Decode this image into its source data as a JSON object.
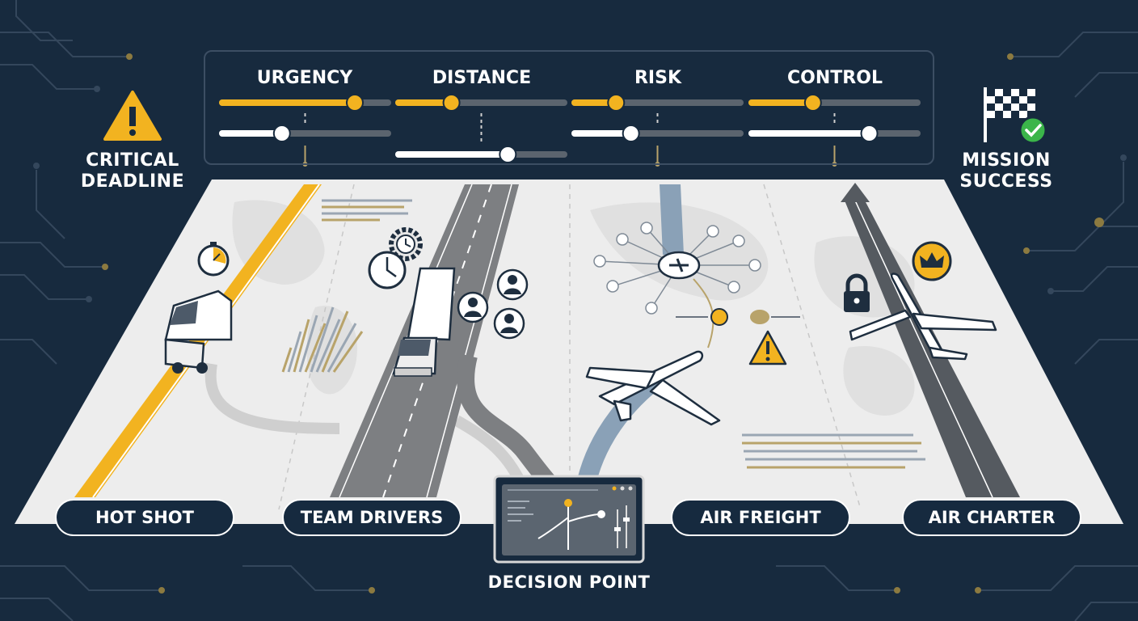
{
  "header": {
    "left_label": "CRITICAL DEADLINE",
    "right_label": "MISSION SUCCESS"
  },
  "factors": [
    {
      "name": "URGENCY",
      "primary_level": 0.8,
      "secondary_level": 0.36,
      "third_level": null
    },
    {
      "name": "DISTANCE",
      "primary_level": 0.32,
      "secondary_level": null,
      "third_level": 0.66
    },
    {
      "name": "RISK",
      "primary_level": 0.25,
      "secondary_level": 0.34,
      "third_level": null
    },
    {
      "name": "CONTROL",
      "primary_level": 0.37,
      "secondary_level": 0.71,
      "third_level": null
    }
  ],
  "modes": [
    {
      "label": "HOT SHOT"
    },
    {
      "label": "TEAM DRIVERS"
    },
    {
      "label": "AIR FREIGHT"
    },
    {
      "label": "AIR CHARTER"
    }
  ],
  "decision": {
    "label": "DECISION POINT"
  },
  "colors": {
    "background": "#172a3e",
    "accent_yellow": "#f2b320",
    "map": "#ededed",
    "road_gray": "#7d7f82",
    "air_blue": "#8aa1b7",
    "success_green": "#3bb54a"
  },
  "icons": [
    "warning-icon",
    "checkered-flag-icon",
    "check-icon",
    "stopwatch-icon",
    "clock-icon",
    "gear-clock-icon",
    "van-icon",
    "truck-icon",
    "driver-icon",
    "airplane-icon",
    "network-hub-icon",
    "lock-icon",
    "crown-icon"
  ]
}
